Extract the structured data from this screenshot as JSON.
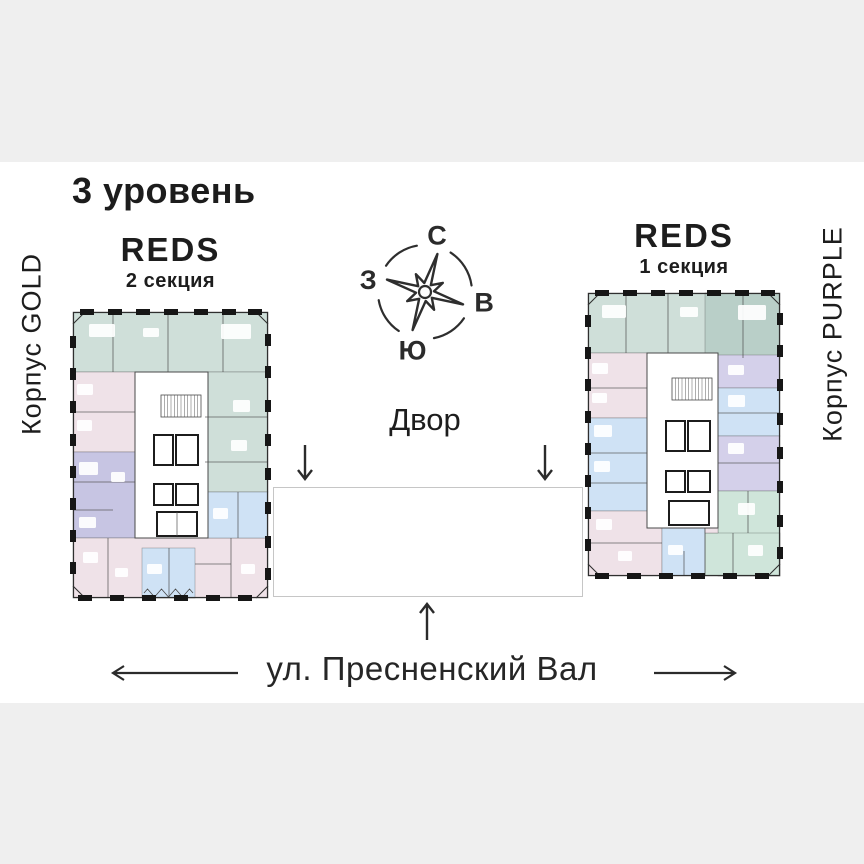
{
  "title": "3 уровень",
  "buildings": {
    "left": {
      "brand": "REDS",
      "section": "2 секция",
      "wing_label": "Корпус GOLD"
    },
    "right": {
      "brand": "REDS",
      "section": "1 секция",
      "wing_label": "Корпус PURPLE"
    }
  },
  "compass": {
    "north": "С",
    "east": "В",
    "south": "Ю",
    "west": "З"
  },
  "courtyard_label": "Двор",
  "street_label": "ул. Пресненский Вал",
  "palette": {
    "background_band": "#efefef",
    "background": "#ffffff",
    "ink": "#1d1d1d",
    "wall": "#4a4a4a",
    "tick": "#161616",
    "outline_gray": "#c6c6c6",
    "teal": "#cfdfd9",
    "teal_dark": "#b9cfc8",
    "pink": "#efe2e8",
    "purple": "#c7c5e3",
    "lavender": "#d4d0ea",
    "blue": "#cfe2f5",
    "mint": "#cfe5da"
  }
}
